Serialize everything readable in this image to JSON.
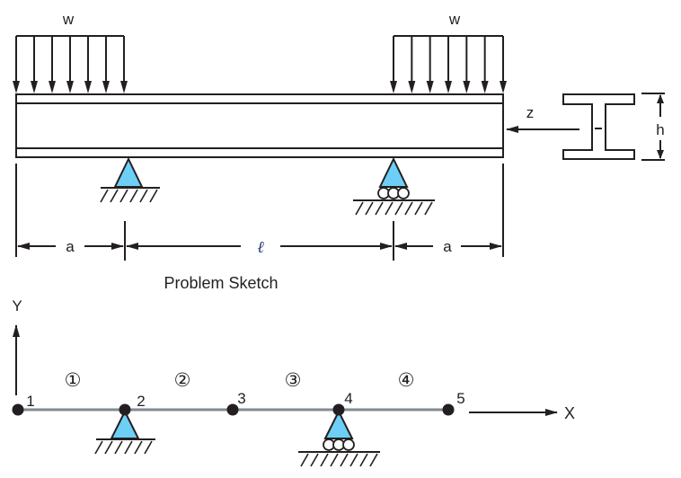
{
  "problem_sketch": {
    "caption": "Problem Sketch",
    "left_load_label": "w",
    "right_load_label": "w",
    "z_axis_label": "z",
    "section_height_label": "h",
    "dim_left_label": "a",
    "dim_mid_label": "ℓ",
    "dim_right_label": "a",
    "supports": [
      "pin",
      "roller"
    ]
  },
  "model": {
    "y_axis_label": "Y",
    "x_axis_label": "X",
    "nodes": [
      "1",
      "2",
      "3",
      "4",
      "5"
    ],
    "elements": [
      "①",
      "②",
      "③",
      "④"
    ],
    "supports": [
      {
        "node": "2",
        "type": "pin"
      },
      {
        "node": "4",
        "type": "roller"
      }
    ]
  },
  "colors": {
    "support_fill": "#6dcff6",
    "line": "#231f20",
    "beam_model": "#808a92"
  }
}
